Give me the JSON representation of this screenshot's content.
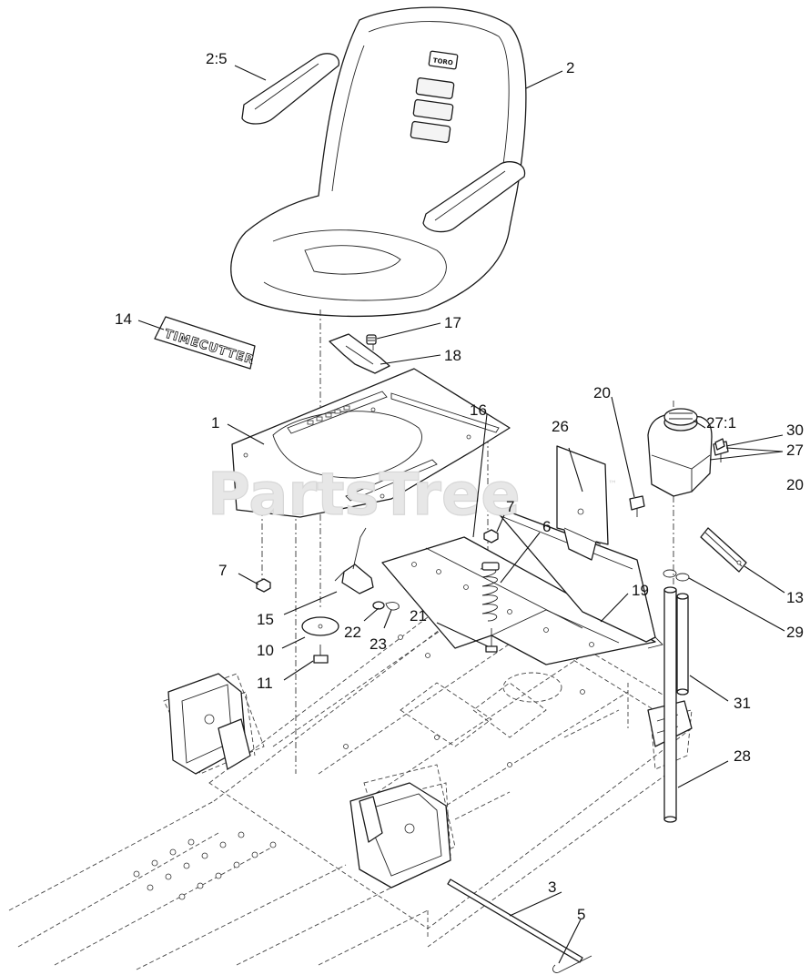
{
  "watermark": {
    "text": "PartsTree",
    "trademark": "™"
  },
  "decal_text": "TIMECUTTER",
  "seat_brand": "TORO",
  "callouts": [
    {
      "id": "c-2-5",
      "text": "2:5"
    },
    {
      "id": "c-2",
      "text": "2"
    },
    {
      "id": "c-17",
      "text": "17"
    },
    {
      "id": "c-18",
      "text": "18"
    },
    {
      "id": "c-1",
      "text": "1"
    },
    {
      "id": "c-14",
      "text": "14"
    },
    {
      "id": "c-27-1",
      "text": "27:1"
    },
    {
      "id": "c-30",
      "text": "30"
    },
    {
      "id": "c-27",
      "text": "27"
    },
    {
      "id": "c-26",
      "text": "26"
    },
    {
      "id": "c-20a",
      "text": "20"
    },
    {
      "id": "c-20b",
      "text": "20"
    },
    {
      "id": "c-16",
      "text": "16"
    },
    {
      "id": "c-7a",
      "text": "7"
    },
    {
      "id": "c-6",
      "text": "6"
    },
    {
      "id": "c-13",
      "text": "13"
    },
    {
      "id": "c-7b",
      "text": "7"
    },
    {
      "id": "c-19",
      "text": "19"
    },
    {
      "id": "c-29",
      "text": "29"
    },
    {
      "id": "c-15",
      "text": "15"
    },
    {
      "id": "c-22",
      "text": "22"
    },
    {
      "id": "c-23",
      "text": "23"
    },
    {
      "id": "c-21",
      "text": "21"
    },
    {
      "id": "c-10",
      "text": "10"
    },
    {
      "id": "c-11",
      "text": "11"
    },
    {
      "id": "c-31",
      "text": "31"
    },
    {
      "id": "c-28",
      "text": "28"
    },
    {
      "id": "c-3",
      "text": "3"
    },
    {
      "id": "c-5",
      "text": "5"
    }
  ]
}
